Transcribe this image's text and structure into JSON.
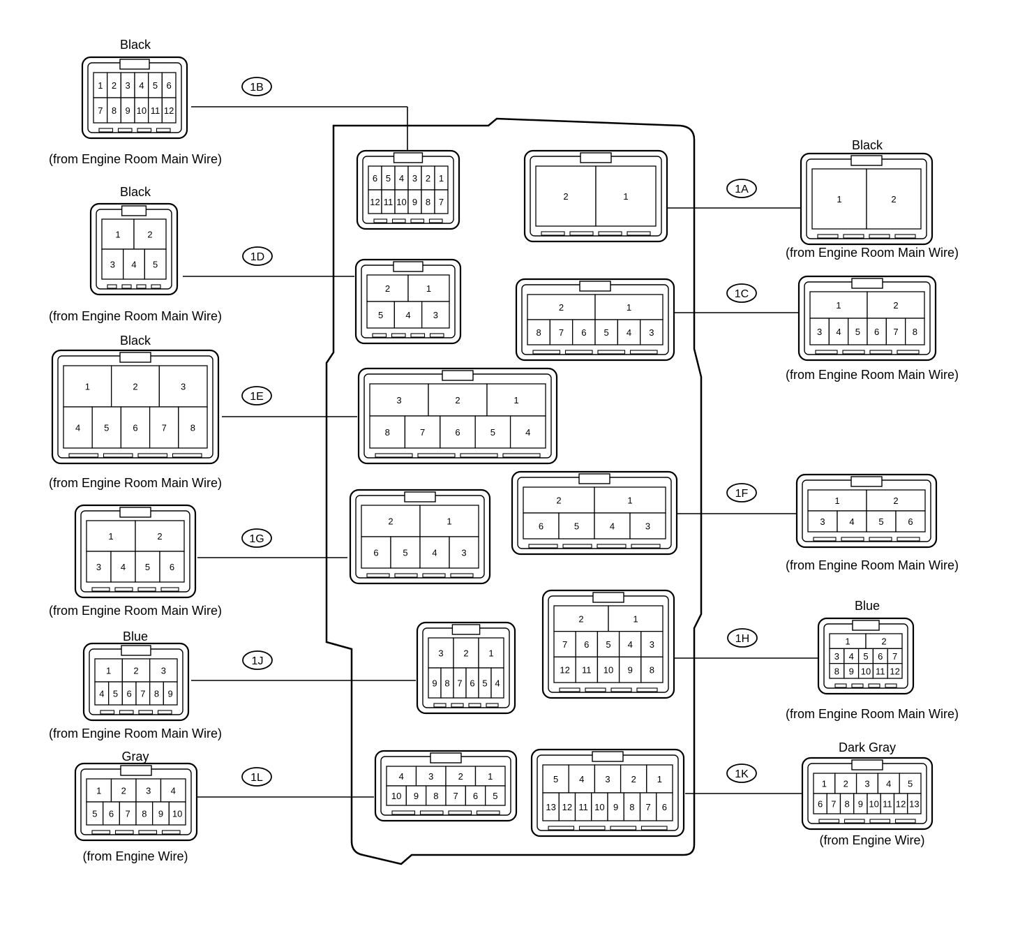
{
  "wire_sources": {
    "engine_room_main": "(from Engine Room Main Wire)",
    "engine": "(from Engine Wire)"
  },
  "colors": {
    "black": "Black",
    "blue": "Blue",
    "gray": "Gray",
    "dark_gray": "Dark Gray"
  },
  "tags": {
    "1A": "1A",
    "1B": "1B",
    "1C": "1C",
    "1D": "1D",
    "1E": "1E",
    "1F": "1F",
    "1G": "1G",
    "1H": "1H",
    "1J": "1J",
    "1K": "1K",
    "1L": "1L"
  },
  "pins": {
    "1A_ext": [
      [
        "1",
        "2"
      ]
    ],
    "1A_box": [
      [
        "2",
        "1"
      ]
    ],
    "1B_ext": [
      [
        "1",
        "2",
        "3",
        "4",
        "5",
        "6"
      ],
      [
        "7",
        "8",
        "9",
        "10",
        "11",
        "12"
      ]
    ],
    "1B_box": [
      [
        "6",
        "5",
        "4",
        "3",
        "2",
        "1"
      ],
      [
        "12",
        "11",
        "10",
        "9",
        "8",
        "7"
      ]
    ],
    "1C_ext": [
      [
        "1",
        "2"
      ],
      [
        "3",
        "4",
        "5",
        "6",
        "7",
        "8"
      ]
    ],
    "1C_box": [
      [
        "2",
        "1"
      ],
      [
        "8",
        "7",
        "6",
        "5",
        "4",
        "3"
      ]
    ],
    "1D_ext": [
      [
        "1",
        "2"
      ],
      [
        "3",
        "4",
        "5"
      ]
    ],
    "1D_box": [
      [
        "2",
        "1"
      ],
      [
        "5",
        "4",
        "3"
      ]
    ],
    "1E_ext": [
      [
        "1",
        "2",
        "3"
      ],
      [
        "4",
        "5",
        "6",
        "7",
        "8"
      ]
    ],
    "1E_box": [
      [
        "3",
        "2",
        "1"
      ],
      [
        "8",
        "7",
        "6",
        "5",
        "4"
      ]
    ],
    "1F_ext": [
      [
        "1",
        "2"
      ],
      [
        "3",
        "4",
        "5",
        "6"
      ]
    ],
    "1F_box": [
      [
        "2",
        "1"
      ],
      [
        "6",
        "5",
        "4",
        "3"
      ]
    ],
    "1G_ext": [
      [
        "1",
        "2"
      ],
      [
        "3",
        "4",
        "5",
        "6"
      ]
    ],
    "1G_box": [
      [
        "2",
        "1"
      ],
      [
        "6",
        "5",
        "4",
        "3"
      ]
    ],
    "1H_ext": [
      [
        "1",
        "2"
      ],
      [
        "3",
        "4",
        "5",
        "6",
        "7"
      ],
      [
        "8",
        "9",
        "10",
        "11",
        "12"
      ]
    ],
    "1H_box": [
      [
        "2",
        "1"
      ],
      [
        "7",
        "6",
        "5",
        "4",
        "3"
      ],
      [
        "12",
        "11",
        "10",
        "9",
        "8"
      ]
    ],
    "1J_ext": [
      [
        "1",
        "2",
        "3"
      ],
      [
        "4",
        "5",
        "6",
        "7",
        "8",
        "9"
      ]
    ],
    "1J_box": [
      [
        "3",
        "2",
        "1"
      ],
      [
        "9",
        "8",
        "7",
        "6",
        "5",
        "4"
      ]
    ],
    "1K_ext": [
      [
        "1",
        "2",
        "3",
        "4",
        "5"
      ],
      [
        "6",
        "7",
        "8",
        "9",
        "10",
        "11",
        "12",
        "13"
      ]
    ],
    "1K_box": [
      [
        "5",
        "4",
        "3",
        "2",
        "1"
      ],
      [
        "13",
        "12",
        "11",
        "10",
        "9",
        "8",
        "7",
        "6"
      ]
    ],
    "1L_ext": [
      [
        "1",
        "2",
        "3",
        "4"
      ],
      [
        "5",
        "6",
        "7",
        "8",
        "9",
        "10"
      ]
    ],
    "1L_box": [
      [
        "4",
        "3",
        "2",
        "1"
      ],
      [
        "10",
        "9",
        "8",
        "7",
        "6",
        "5"
      ]
    ]
  }
}
